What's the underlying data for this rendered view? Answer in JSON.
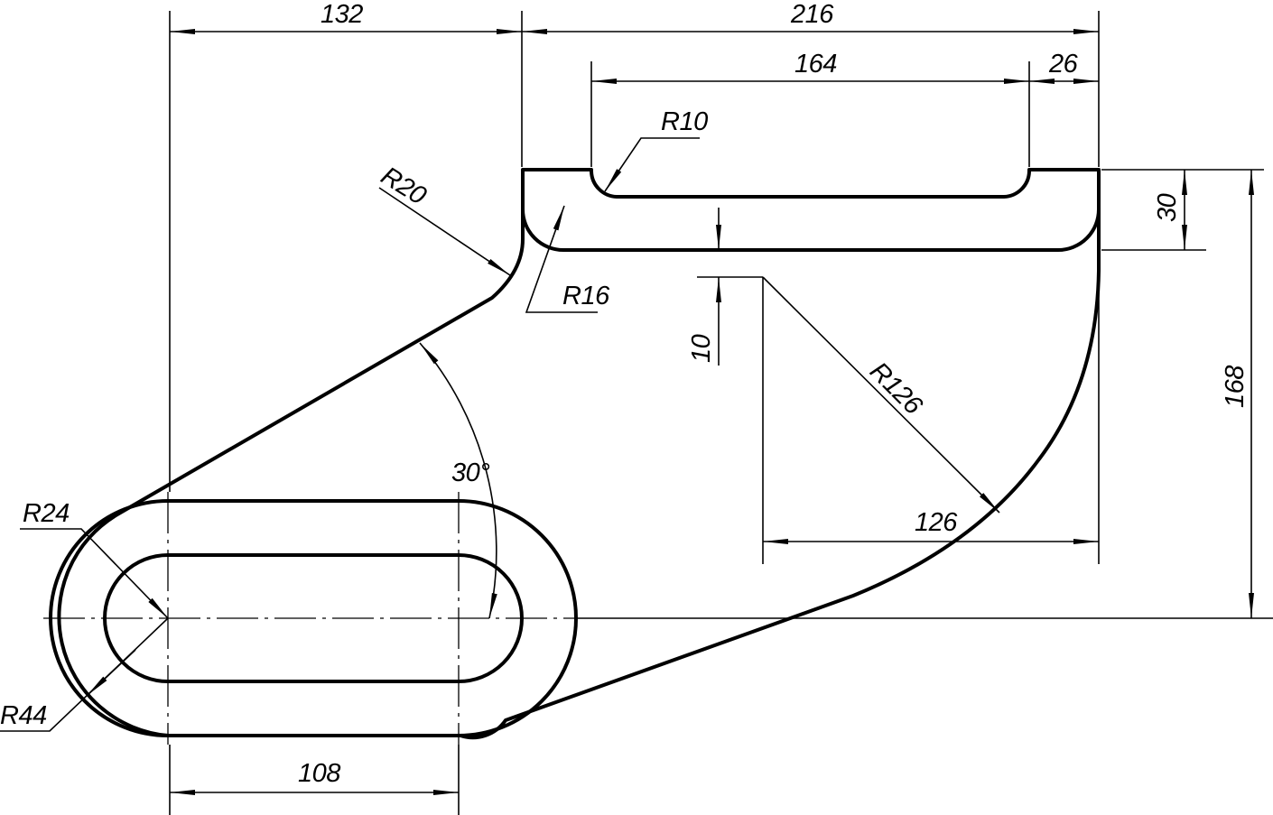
{
  "drawing": {
    "stroke_color": "#000000",
    "background_color": "#ffffff",
    "dimensions": {
      "d132": "132",
      "d216": "216",
      "d164": "164",
      "d26": "26",
      "d30": "30",
      "d168": "168",
      "d10": "10",
      "d126": "126",
      "d108": "108"
    },
    "radii": {
      "r10": "R10",
      "r20": "R20",
      "r16": "R16",
      "r126": "R126",
      "r24": "R24",
      "r44": "R44"
    },
    "angle": "30°"
  }
}
